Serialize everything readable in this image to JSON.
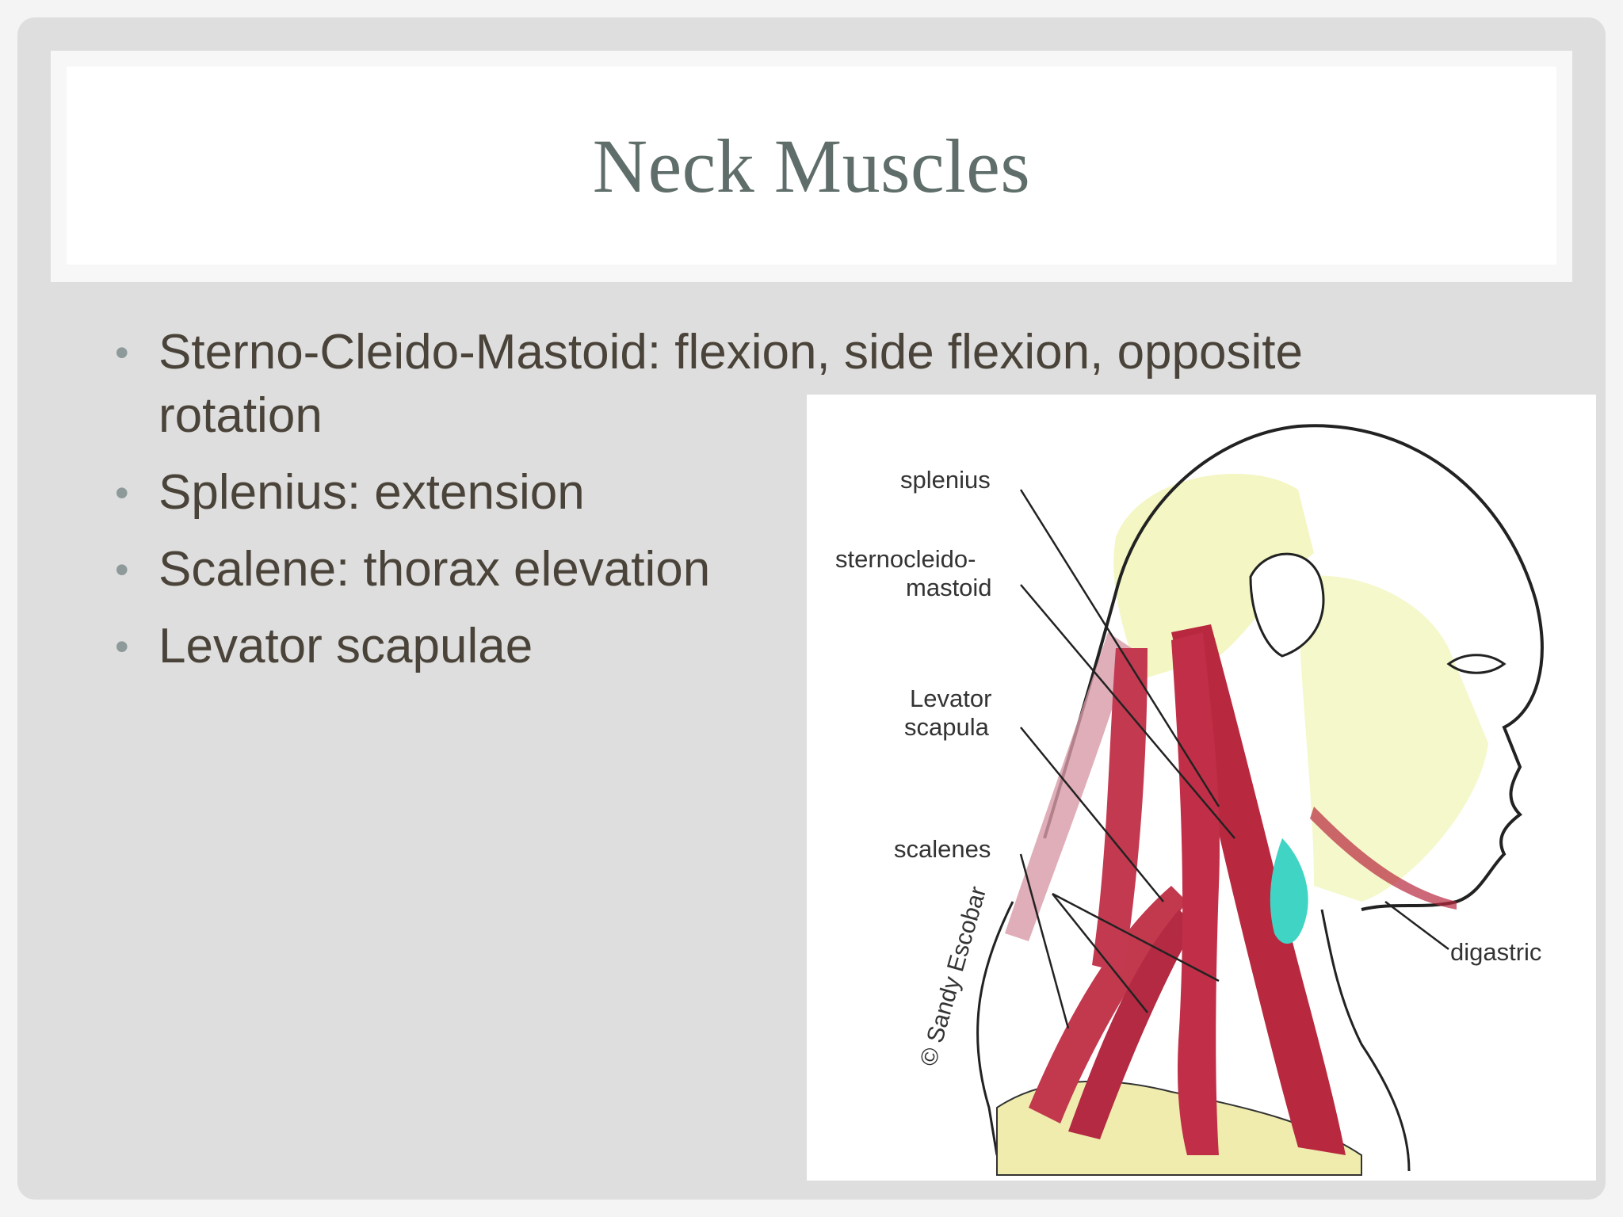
{
  "slide": {
    "title": "Neck Muscles",
    "bullets": [
      "Sterno-Cleido-Mastoid: flexion, side flexion, opposite rotation",
      "Splenius: extension",
      "Scalene: thorax elevation",
      "Levator scapulae"
    ]
  },
  "figure": {
    "labels": {
      "splenius": "splenius",
      "scm_line1": "sternocleido-",
      "scm_line2": "mastoid",
      "levator_line1": "Levator",
      "levator_line2": "scapula",
      "scalenes": "scalenes",
      "digastric": "digastric"
    },
    "credit": "© Sandy Escobar"
  },
  "colors": {
    "title": "#5f6e6a",
    "body_text": "#4a4339",
    "muscle": "#b8283e",
    "skin_highlight": "#f2f5b8",
    "cartilage": "#3fd4c4"
  }
}
